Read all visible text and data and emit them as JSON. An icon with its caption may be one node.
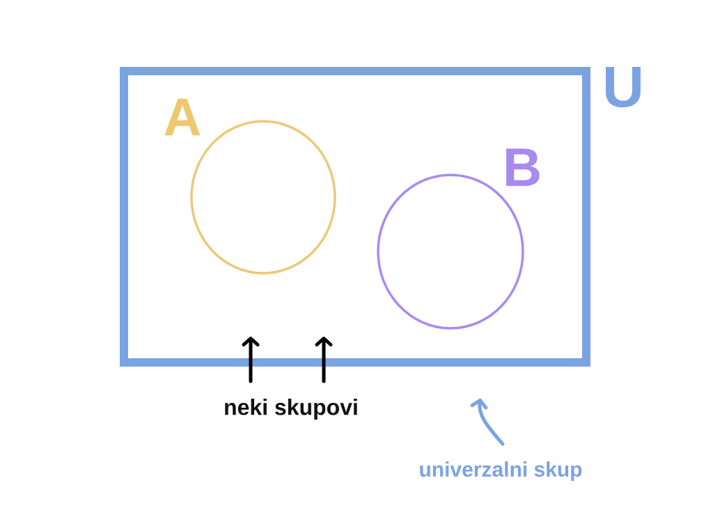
{
  "diagram": {
    "nodes": [
      {
        "text": [
          "U"
        ]
      },
      {
        "text": [
          "A"
        ],
        "in": 0
      },
      {
        "text": [
          "B"
        ],
        "in": 0
      },
      {
        "text": [
          "neki skupovi"
        ]
      },
      {
        "text": [
          "univerzalni skup"
        ]
      }
    ],
    "edges": [
      {
        "from": 3,
        "to": null,
        "arrow": "to"
      },
      {
        "from": 3,
        "to": null,
        "arrow": "to"
      },
      {
        "from": 4,
        "to": null,
        "arrow": "to",
        "color": "#7ba3e3"
      }
    ]
  }
}
